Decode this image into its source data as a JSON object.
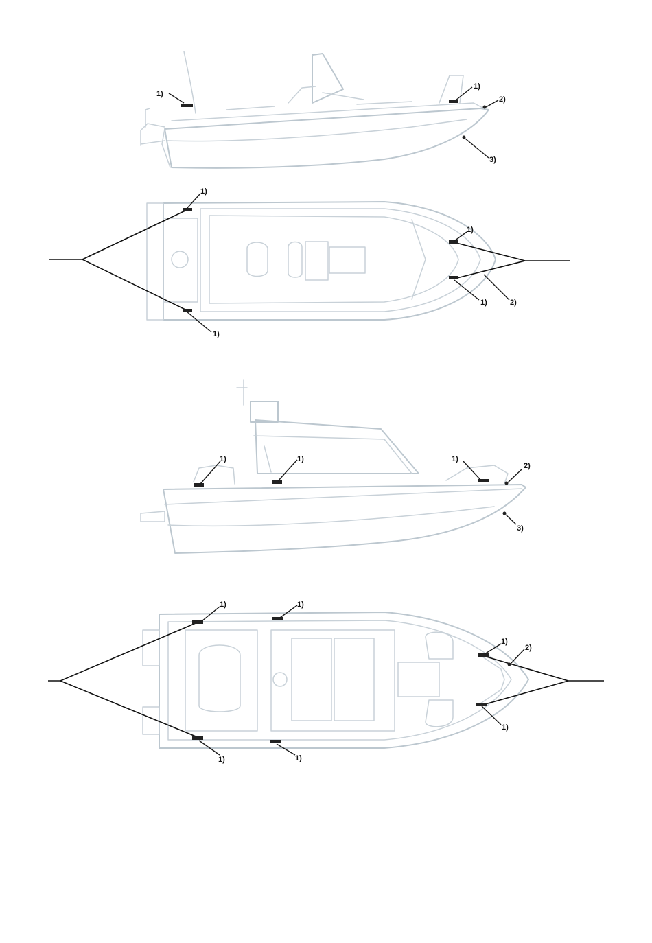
{
  "callouts": {
    "v1_side": [
      "1)",
      "1)",
      "2)",
      "3)"
    ],
    "v1_top": [
      "1)",
      "1)",
      "2)",
      "1)",
      "1)"
    ],
    "v2_side": [
      "1)",
      "1)",
      "1)",
      "2)",
      "3)"
    ],
    "v2_top": [
      "1)",
      "1)",
      "1)",
      "2)",
      "1)",
      "1)",
      "1)"
    ]
  },
  "colors": {
    "outline": "#bcc7cf",
    "leader": "#1a1a1a"
  }
}
